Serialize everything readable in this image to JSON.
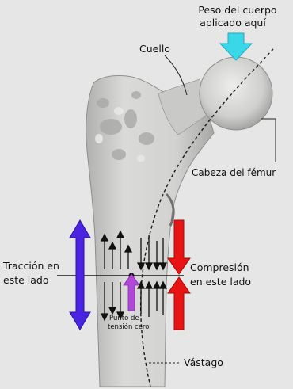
{
  "labels": {
    "body_weight_line1": "Peso del cuerpo",
    "body_weight_line2": "aplicado aquí",
    "neck": "Cuello",
    "femur_head": "Cabeza del fémur",
    "traction_line1": "Tracción en",
    "traction_line2": "este lado",
    "compression_line1": "Compresión",
    "compression_line2": "en este lado",
    "neutral_point_line1": "Punto de",
    "neutral_point_line2": "tensión cero",
    "shaft": "Vástago"
  },
  "colors": {
    "background": "#e6e6e6",
    "bone": "#d4d4d2",
    "bone_shadow": "#9a9a98",
    "load_arrow": "#38d8e8",
    "traction_arrow": "#4a24e0",
    "compression_arrow": "#e81414",
    "neutral_arrow": "#b048d8"
  },
  "icons": {
    "load": "arrow-down-icon",
    "traction": "double-arrow-vertical-icon",
    "compression": "converging-arrows-icon"
  }
}
